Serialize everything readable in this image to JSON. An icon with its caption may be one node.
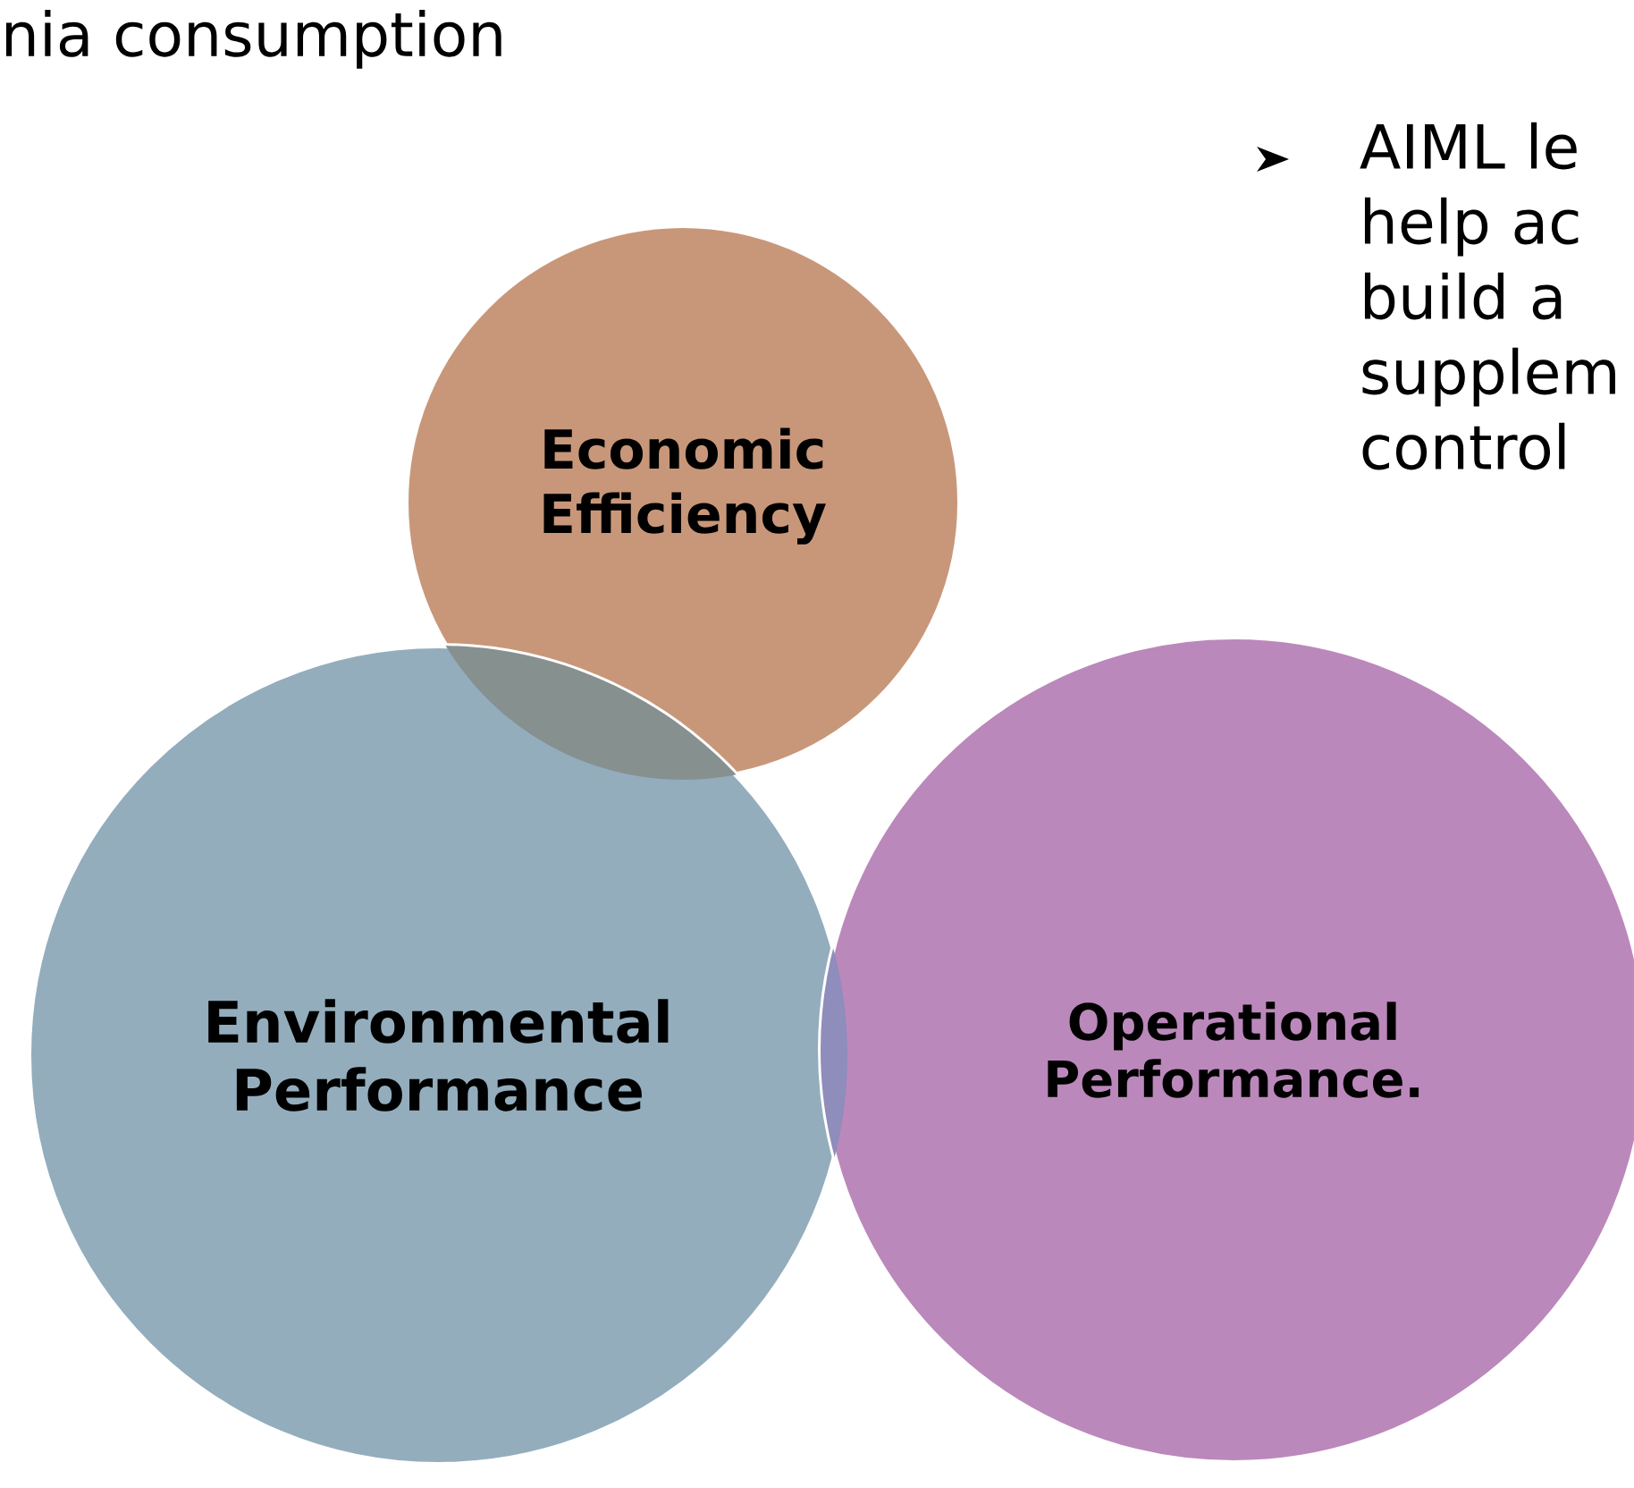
{
  "diagram": {
    "nodes": [
      {
        "text": [
          "Economic Efficiency"
        ]
      },
      {
        "text": [
          "Environmental Performance"
        ]
      },
      {
        "text": [
          "Operational Performance."
        ]
      }
    ],
    "labels": [
      "nia consumption",
      "AIML le help ac build a supplem control"
    ]
  }
}
